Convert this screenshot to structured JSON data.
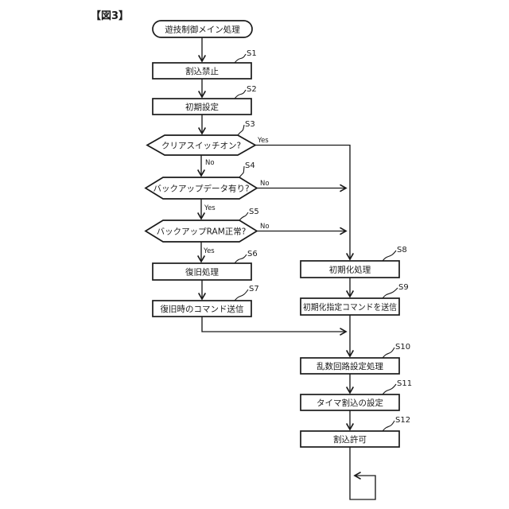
{
  "figure_label": "【図3】",
  "colors": {
    "line": "#1a1a1a",
    "background": "#ffffff"
  },
  "flowchart": {
    "start": {
      "label": "遊技制御メイン処理"
    },
    "steps": [
      {
        "id": "S1",
        "label": "割込禁止",
        "type": "process"
      },
      {
        "id": "S2",
        "label": "初期設定",
        "type": "process"
      },
      {
        "id": "S3",
        "label": "クリアスイッチオン?",
        "type": "decision",
        "yes": "Yes",
        "no": "No"
      },
      {
        "id": "S4",
        "label": "バックアップデータ有り?",
        "type": "decision",
        "yes": "Yes",
        "no": "No"
      },
      {
        "id": "S5",
        "label": "バックアップRAM正常?",
        "type": "decision",
        "yes": "Yes",
        "no": "No"
      },
      {
        "id": "S6",
        "label": "復旧処理",
        "type": "process"
      },
      {
        "id": "S7",
        "label": "復旧時のコマンド送信",
        "type": "process"
      },
      {
        "id": "S8",
        "label": "初期化処理",
        "type": "process"
      },
      {
        "id": "S9",
        "label": "初期化指定コマンドを送信",
        "type": "process"
      },
      {
        "id": "S10",
        "label": "乱数回路設定処理",
        "type": "process"
      },
      {
        "id": "S11",
        "label": "タイマ割込の設定",
        "type": "process"
      },
      {
        "id": "S12",
        "label": "割込許可",
        "type": "process"
      }
    ]
  }
}
